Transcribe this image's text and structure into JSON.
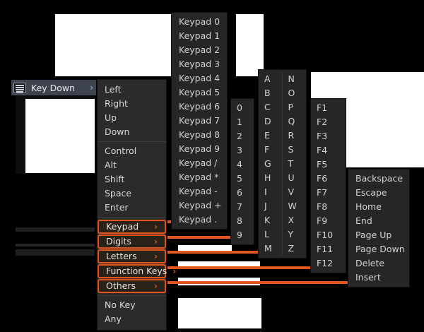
{
  "app": {
    "context_menu_title": "Key Down",
    "header_icon": "keyboard-icon",
    "header_arrow": "›",
    "accent_color": "#E2551C",
    "highlight_row_color": "#3D4450",
    "menu_bg_color": "#2B2B2B"
  },
  "main_menu": {
    "arrow_glyph": "›",
    "groups": [
      {
        "items": [
          {
            "label": "Left",
            "selected": false,
            "submenu": false
          },
          {
            "label": "Right",
            "selected": false,
            "submenu": false
          },
          {
            "label": "Up",
            "selected": false,
            "submenu": false
          },
          {
            "label": "Down",
            "selected": false,
            "submenu": false
          }
        ]
      },
      {
        "items": [
          {
            "label": "Control",
            "selected": false,
            "submenu": false
          },
          {
            "label": "Alt",
            "selected": false,
            "submenu": false
          },
          {
            "label": "Shift",
            "selected": false,
            "submenu": false
          },
          {
            "label": "Space",
            "selected": false,
            "submenu": false
          },
          {
            "label": "Enter",
            "selected": false,
            "submenu": false
          }
        ]
      },
      {
        "items": [
          {
            "label": "Keypad",
            "selected": true,
            "submenu": true
          },
          {
            "label": "Digits",
            "selected": true,
            "submenu": true
          },
          {
            "label": "Letters",
            "selected": true,
            "submenu": true
          },
          {
            "label": "Function Keys",
            "selected": true,
            "submenu": true
          },
          {
            "label": "Others",
            "selected": true,
            "submenu": true
          }
        ]
      },
      {
        "items": [
          {
            "label": "No Key",
            "selected": false,
            "submenu": false
          },
          {
            "label": "Any",
            "selected": false,
            "submenu": false
          }
        ]
      }
    ]
  },
  "submenus": {
    "keypad": {
      "name": "Keypad",
      "items": [
        "Keypad 0",
        "Keypad 1",
        "Keypad 2",
        "Keypad 3",
        "Keypad 4",
        "Keypad 5",
        "Keypad 6",
        "Keypad 7",
        "Keypad 8",
        "Keypad 9",
        "Keypad /",
        "Keypad *",
        "Keypad -",
        "Keypad +",
        "Keypad ."
      ]
    },
    "digits": {
      "name": "Digits",
      "items": [
        "0",
        "1",
        "2",
        "3",
        "4",
        "5",
        "6",
        "7",
        "8",
        "9"
      ]
    },
    "letters": {
      "name": "Letters",
      "column_1": [
        "A",
        "B",
        "C",
        "D",
        "E",
        "F",
        "G",
        "H",
        "I",
        "J",
        "K",
        "L",
        "M"
      ],
      "column_2": [
        "N",
        "O",
        "P",
        "Q",
        "R",
        "S",
        "T",
        "U",
        "V",
        "W",
        "X",
        "Y",
        "Z"
      ]
    },
    "function_keys": {
      "name": "Function Keys",
      "items": [
        "F1",
        "F2",
        "F3",
        "F4",
        "F5",
        "F6",
        "F7",
        "F8",
        "F9",
        "F10",
        "F11",
        "F12"
      ]
    },
    "others": {
      "name": "Others",
      "items": [
        "Backspace",
        "Escape",
        "Home",
        "End",
        "Page Up",
        "Page Down",
        "Delete",
        "Insert"
      ]
    }
  }
}
